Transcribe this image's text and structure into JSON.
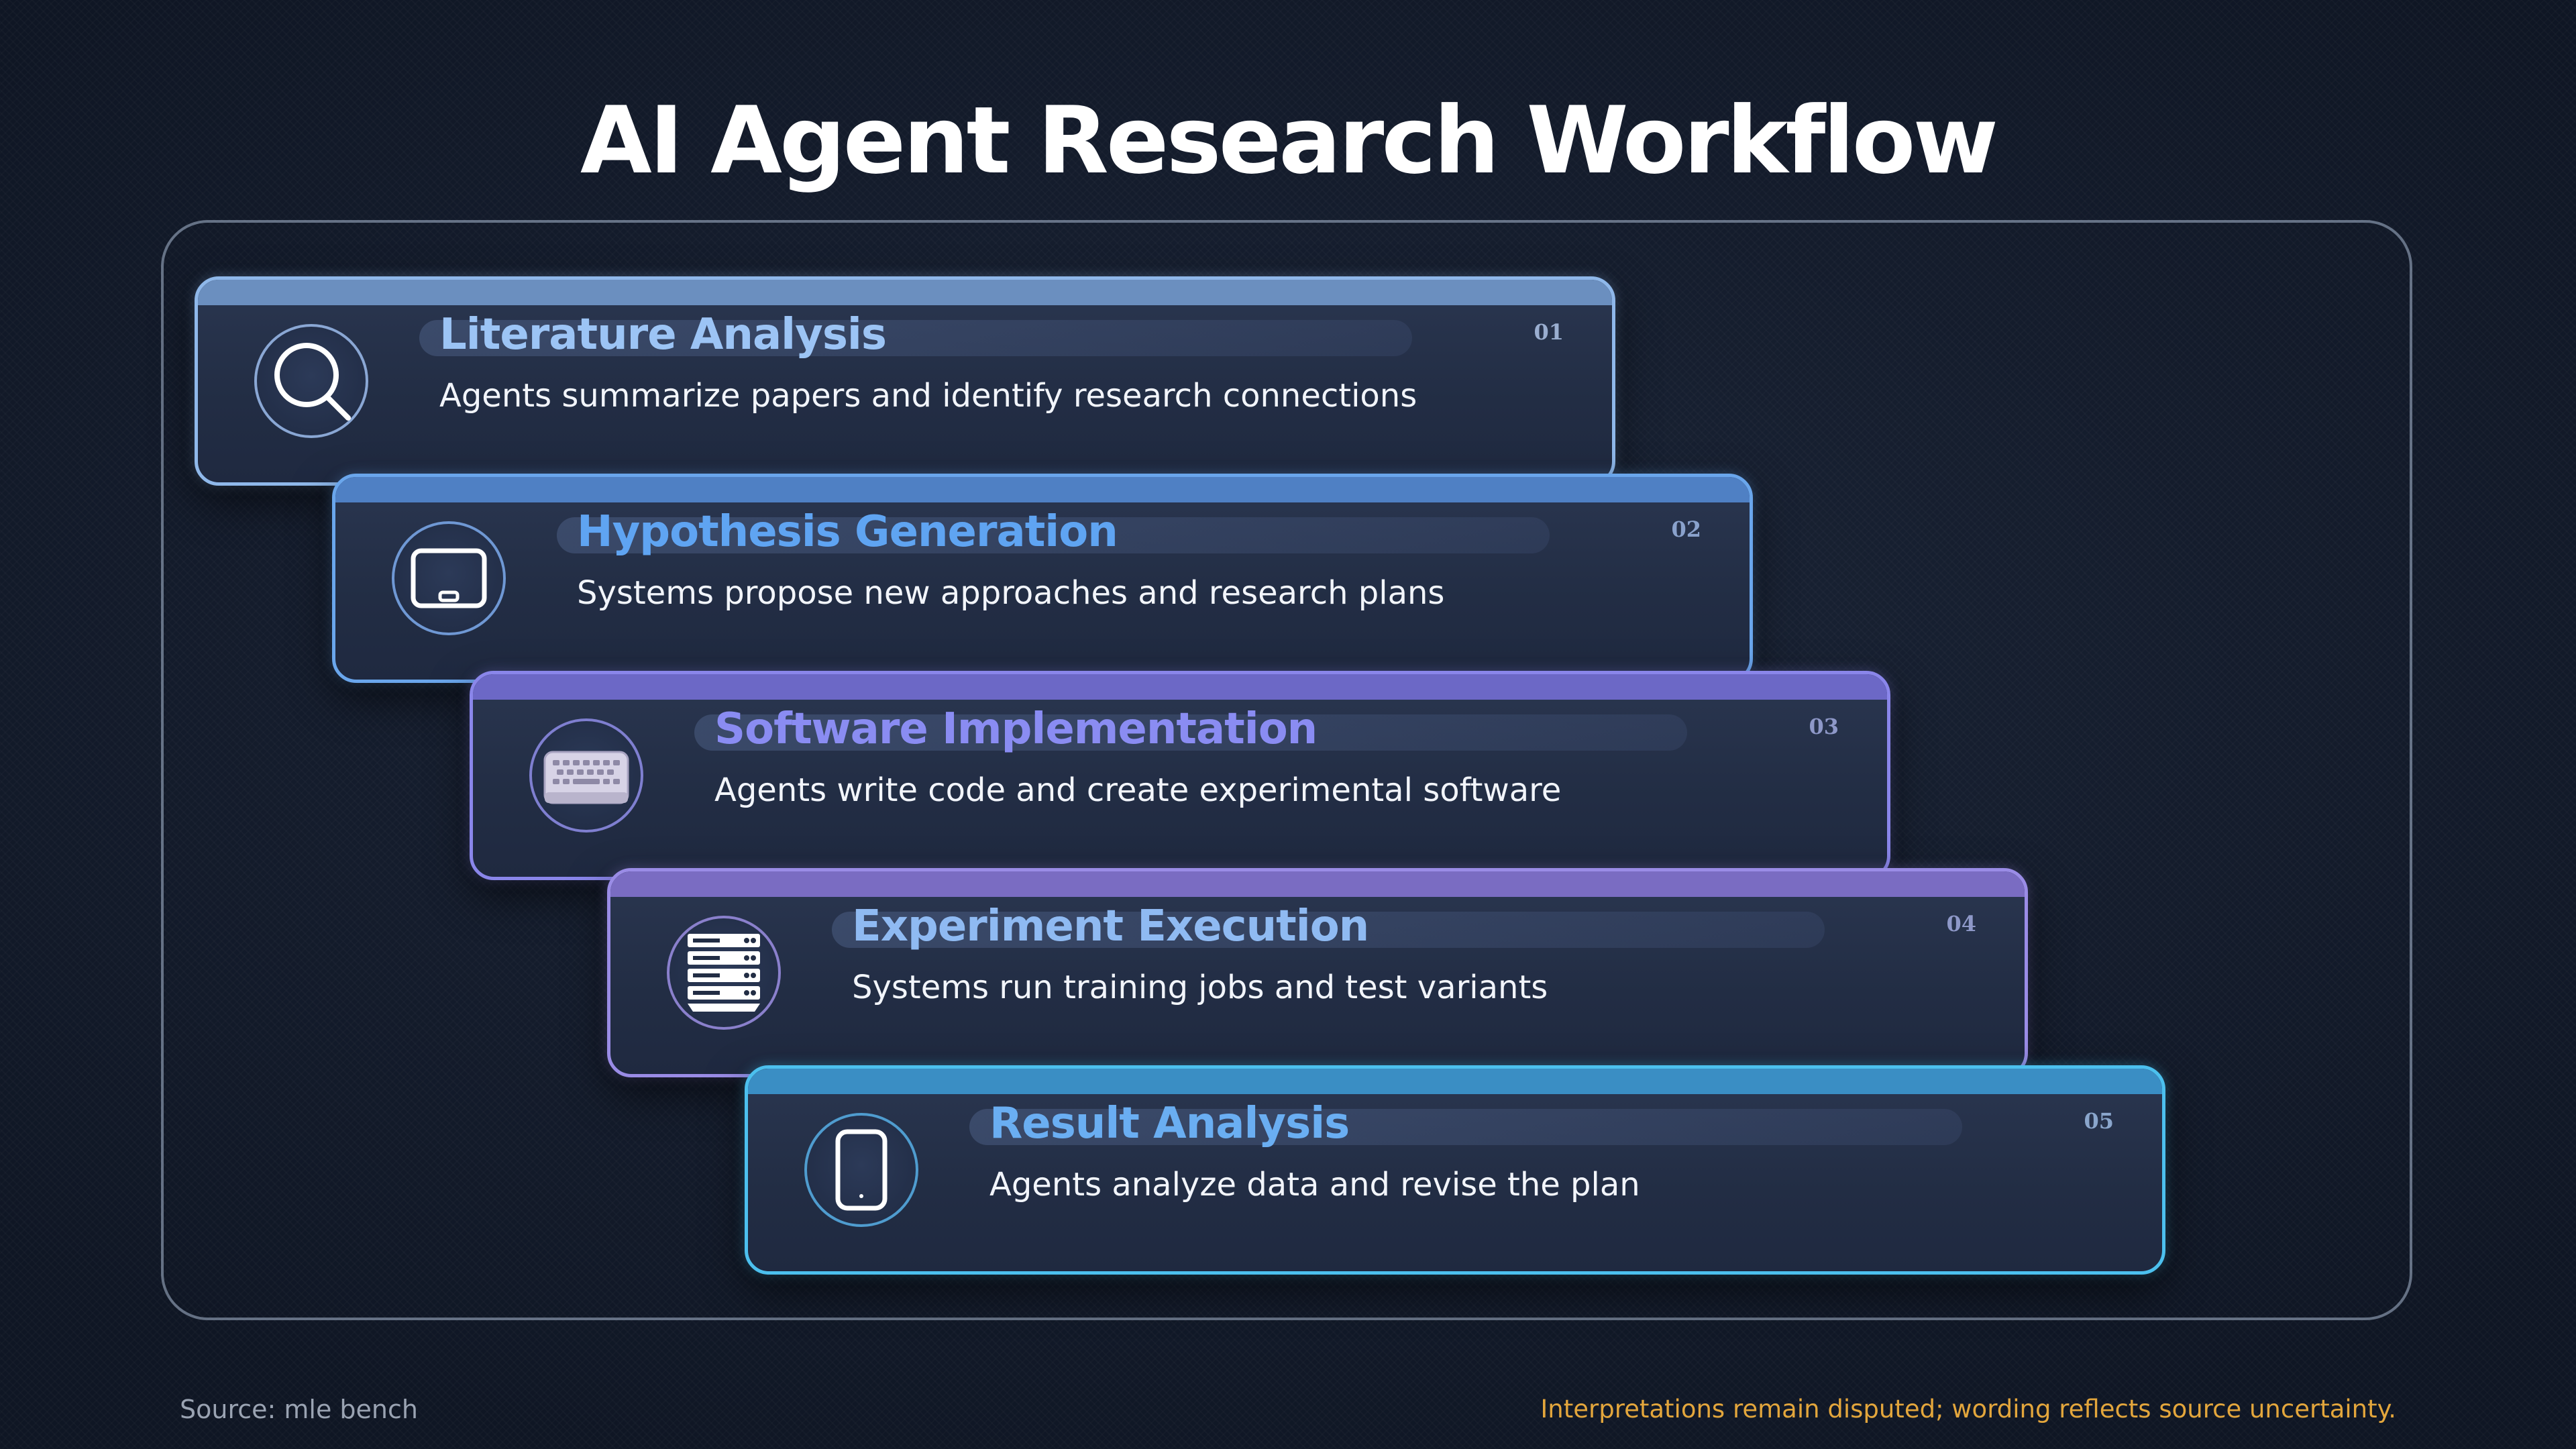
{
  "title": "AI Agent Research Workflow",
  "steps": [
    {
      "number": "01",
      "title": "Literature Analysis",
      "description": "Agents summarize papers and identify research connections",
      "icon": "magnifier-icon",
      "accent_color": "#8fb8ea"
    },
    {
      "number": "02",
      "title": "Hypothesis Generation",
      "description": "Systems propose new approaches and research plans",
      "icon": "tablet-landscape-icon",
      "accent_color": "#6aa6ec"
    },
    {
      "number": "03",
      "title": "Software Implementation",
      "description": "Agents write code and create experimental software",
      "icon": "keyboard-icon",
      "accent_color": "#8a86ea"
    },
    {
      "number": "04",
      "title": "Experiment Execution",
      "description": "Systems run training jobs and test variants",
      "icon": "server-rack-icon",
      "accent_color": "#9a8ce6"
    },
    {
      "number": "05",
      "title": "Result Analysis",
      "description": "Agents analyze data and revise the plan",
      "icon": "tablet-portrait-icon",
      "accent_color": "#4cc0ee"
    }
  ],
  "footer": {
    "source": "Source: mle bench",
    "note": "Interpretations remain disputed; wording reflects source uncertainty."
  }
}
